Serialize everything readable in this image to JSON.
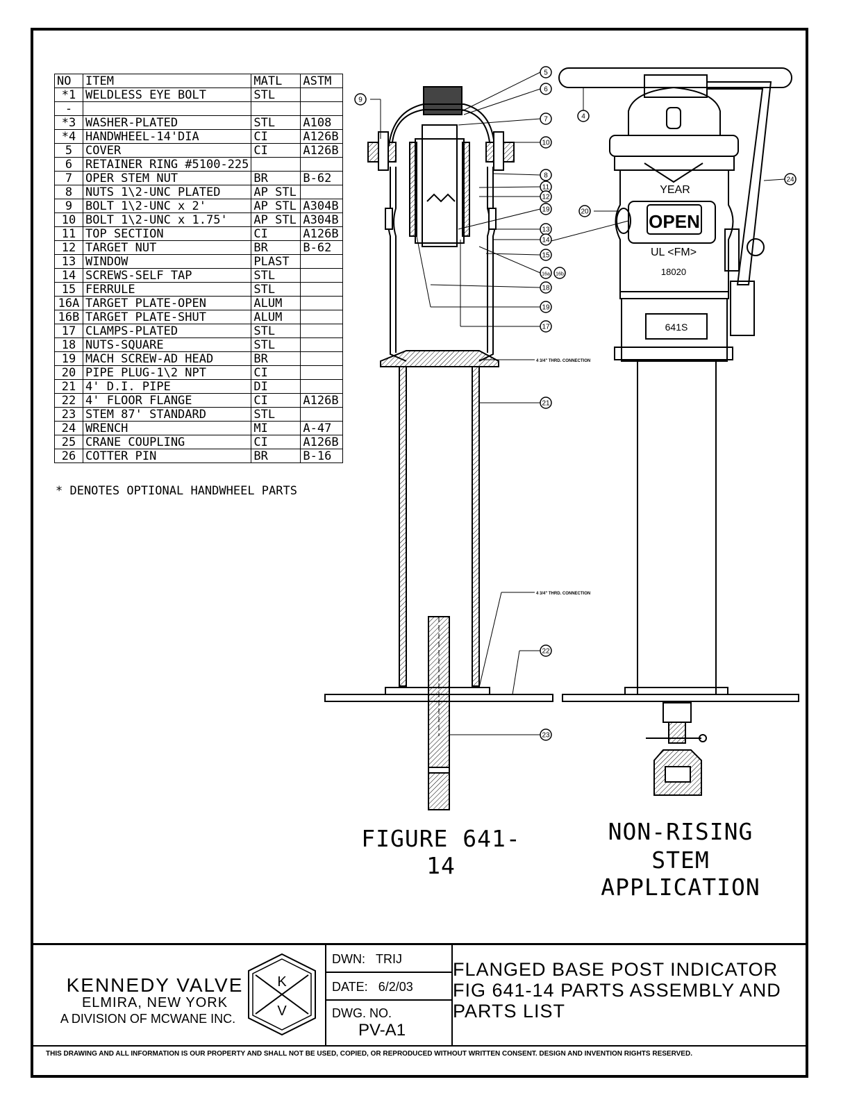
{
  "parts_table": {
    "headers": {
      "no": "NO",
      "item": "ITEM",
      "matl": "MATL",
      "astm": "ASTM"
    },
    "rows": [
      {
        "no": "*1",
        "item": "WELDLESS EYE BOLT",
        "matl": "STL",
        "astm": ""
      },
      {
        "no": "-",
        "item": "",
        "matl": "",
        "astm": ""
      },
      {
        "no": "*3",
        "item": "WASHER-PLATED",
        "matl": "STL",
        "astm": "A108"
      },
      {
        "no": "*4",
        "item": "HANDWHEEL-14'DIA",
        "matl": "CI",
        "astm": "A126B"
      },
      {
        "no": "5",
        "item": "COVER",
        "matl": "CI",
        "astm": "A126B"
      },
      {
        "no": "6",
        "item": "RETAINER RING #5100-225",
        "matl": "",
        "astm": ""
      },
      {
        "no": "7",
        "item": "OPER STEM NUT",
        "matl": "BR",
        "astm": "B-62"
      },
      {
        "no": "8",
        "item": "NUTS 1\\2-UNC PLATED",
        "matl": "AP STL",
        "astm": ""
      },
      {
        "no": "9",
        "item": "BOLT 1\\2-UNC x 2'",
        "matl": "AP STL",
        "astm": "A304B"
      },
      {
        "no": "10",
        "item": "BOLT 1\\2-UNC x 1.75'",
        "matl": "AP STL",
        "astm": "A304B"
      },
      {
        "no": "11",
        "item": "TOP SECTION",
        "matl": "CI",
        "astm": "A126B"
      },
      {
        "no": "12",
        "item": "TARGET NUT",
        "matl": "BR",
        "astm": "B-62"
      },
      {
        "no": "13",
        "item": "WINDOW",
        "matl": "PLAST",
        "astm": ""
      },
      {
        "no": "14",
        "item": "SCREWS-SELF TAP",
        "matl": "STL",
        "astm": ""
      },
      {
        "no": "15",
        "item": "FERRULE",
        "matl": "STL",
        "astm": ""
      },
      {
        "no": "16A",
        "item": "TARGET PLATE-OPEN",
        "matl": "ALUM",
        "astm": ""
      },
      {
        "no": "16B",
        "item": "TARGET PLATE-SHUT",
        "matl": "ALUM",
        "astm": ""
      },
      {
        "no": "17",
        "item": "CLAMPS-PLATED",
        "matl": "STL",
        "astm": ""
      },
      {
        "no": "18",
        "item": "NUTS-SQUARE",
        "matl": "STL",
        "astm": ""
      },
      {
        "no": "19",
        "item": "MACH SCREW-AD HEAD",
        "matl": "BR",
        "astm": ""
      },
      {
        "no": "20",
        "item": "PIPE PLUG-1\\2 NPT",
        "matl": "CI",
        "astm": ""
      },
      {
        "no": "21",
        "item": "4' D.I. PIPE",
        "matl": "DI",
        "astm": ""
      },
      {
        "no": "22",
        "item": "4' FLOOR FLANGE",
        "matl": "CI",
        "astm": "A126B"
      },
      {
        "no": "23",
        "item": "STEM 87' STANDARD",
        "matl": "STL",
        "astm": ""
      },
      {
        "no": "24",
        "item": "WRENCH",
        "matl": "MI",
        "astm": "A-47"
      },
      {
        "no": "25",
        "item": "CRANE COUPLING",
        "matl": "CI",
        "astm": "A126B"
      },
      {
        "no": "26",
        "item": "COTTER PIN",
        "matl": "BR",
        "astm": "B-16"
      }
    ],
    "note": "* DENOTES OPTIONAL HANDWHEEL PARTS"
  },
  "drawing": {
    "figure_caption": "FIGURE 641-14",
    "nonrising_caption_line1": "NON-RISING",
    "nonrising_caption_line2": "STEM APPLICATION",
    "connection_note": "4 3/4\" THRD. CONNECTION",
    "indicator_year": "YEAR",
    "indicator_open": "OPEN",
    "indicator_ul": "UL <FM>",
    "indicator_serial": "18020",
    "indicator_model": "641S",
    "callouts": [
      "5",
      "6",
      "7",
      "10",
      "8",
      "11",
      "12",
      "19",
      "13",
      "14",
      "15",
      "16a",
      "16b",
      "18",
      "19",
      "17",
      "21",
      "22",
      "23",
      "9",
      "4",
      "20",
      "24"
    ]
  },
  "title_block": {
    "company": "KENNEDY VALVE",
    "city": "ELMIRA, NEW YORK",
    "division": "A DIVISION OF MCWANE INC.",
    "logo_k": "K",
    "logo_v": "V",
    "drawn_label": "DWN:",
    "drawn_value": "TRIJ",
    "date_label": "DATE:",
    "date_value": "6/2/03",
    "dwg_label": "DWG. NO.",
    "dwg_value": "PV-A1",
    "title_line1": "FLANGED BASE POST INDICATOR",
    "title_line2": "FIG 641-14 PARTS ASSEMBLY AND",
    "title_line3": "PARTS LIST",
    "footer": "THIS DRAWING AND ALL INFORMATION IS OUR PROPERTY AND SHALL NOT BE USED, COPIED, OR REPRODUCED WITHOUT WRITTEN CONSENT. DESIGN AND INVENTION RIGHTS RESERVED."
  }
}
